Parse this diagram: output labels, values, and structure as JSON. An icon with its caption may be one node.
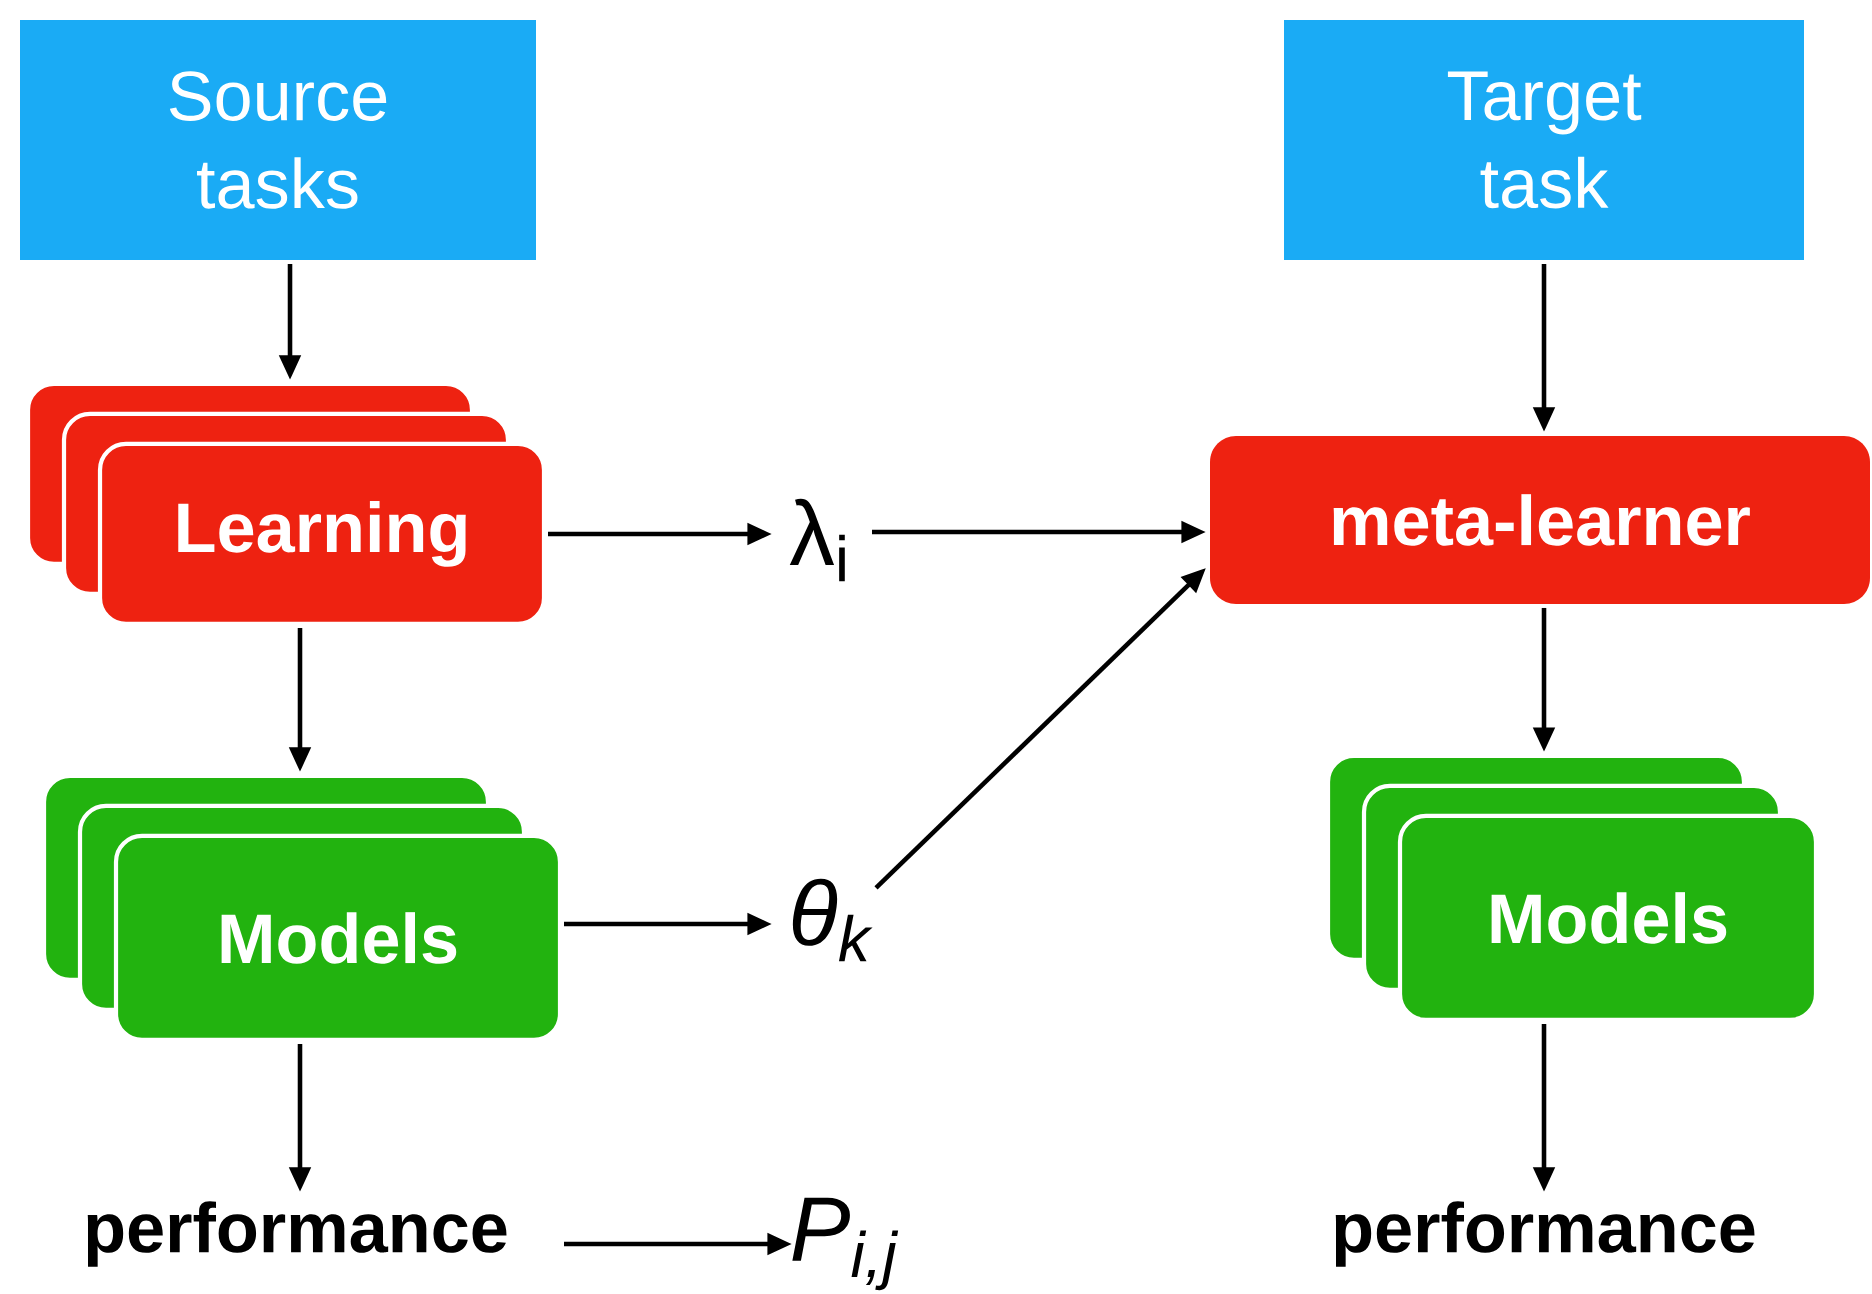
{
  "diagram": {
    "nodes": [
      {
        "text": [
          "Source tasks"
        ]
      },
      {
        "text": [
          "Learning"
        ]
      },
      {
        "text": [
          "Models"
        ]
      },
      {
        "text": [
          "performance"
        ]
      },
      {
        "text": [
          "λ$_{i}$"
        ]
      },
      {
        "text": [
          "θ$_{k}$"
        ]
      },
      {
        "text": [
          "P$_{i,j}$"
        ]
      },
      {
        "text": [
          "Target task"
        ]
      },
      {
        "text": [
          "meta-learner"
        ]
      },
      {
        "text": [
          "Models"
        ]
      },
      {
        "text": [
          "performance"
        ]
      }
    ],
    "edges": [
      {
        "from": 0,
        "to": 1,
        "arrow": "to"
      },
      {
        "from": 1,
        "to": 2,
        "arrow": "to"
      },
      {
        "from": 2,
        "to": 3,
        "arrow": "to"
      },
      {
        "from": 1,
        "to": 4,
        "arrow": "to"
      },
      {
        "from": 2,
        "to": 5,
        "arrow": "to"
      },
      {
        "from": 3,
        "to": 6,
        "arrow": "to"
      },
      {
        "from": 4,
        "to": 8,
        "arrow": "to"
      },
      {
        "from": 5,
        "to": 8,
        "arrow": "to"
      },
      {
        "from": 7,
        "to": 8,
        "arrow": "to"
      },
      {
        "from": 8,
        "to": 9,
        "arrow": "to"
      },
      {
        "from": 9,
        "to": 10,
        "arrow": "to"
      }
    ]
  }
}
